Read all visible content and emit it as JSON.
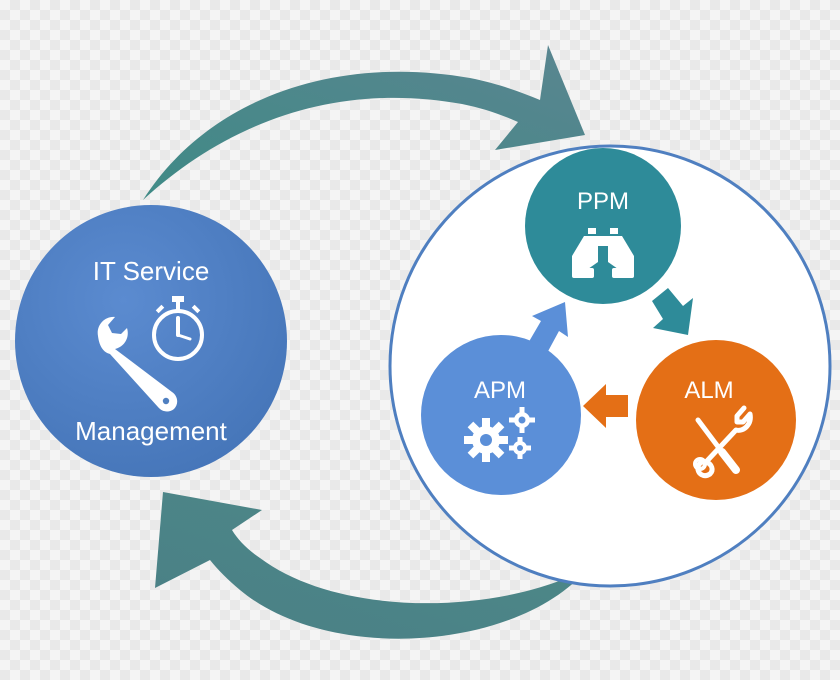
{
  "itsm": {
    "title_line1": "IT Service",
    "title_line2": "Management",
    "color": "#4f7fc0",
    "icon": "wrench-stopwatch-icon"
  },
  "group": {
    "ring_color": "#4f7fc0",
    "nodes": {
      "ppm": {
        "label": "PPM",
        "color": "#2e8b99",
        "icon": "binoculars-icon"
      },
      "alm": {
        "label": "ALM",
        "color": "#e46f16",
        "icon": "screwdriver-wrench-icon"
      },
      "apm": {
        "label": "APM",
        "color": "#5b8fd8",
        "icon": "gears-icon"
      }
    }
  },
  "arrows": {
    "cycle_color": "#4f8b90",
    "ppm_to_alm_color": "#2e8b99",
    "alm_to_apm_color": "#e46f16",
    "apm_to_ppm_color": "#5b8fd8"
  }
}
